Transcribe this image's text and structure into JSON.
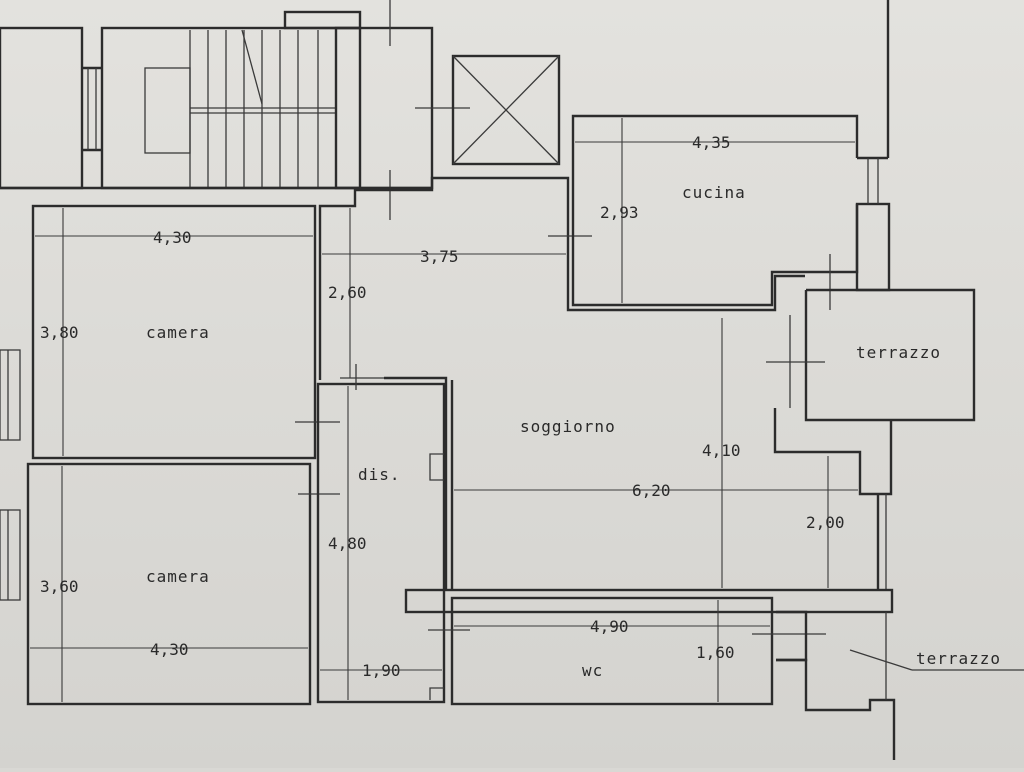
{
  "rooms": {
    "camera_top": "camera",
    "camera_bottom": "camera",
    "cucina": "cucina",
    "soggiorno": "soggiorno",
    "dis": "dis.",
    "wc": "wc",
    "terrazzo_right": "terrazzo",
    "terrazzo_bottom": "terrazzo"
  },
  "dimensions": {
    "camera_top_width": "4,30",
    "camera_top_height": "3,80",
    "camera_bottom_width": "4,30",
    "camera_bottom_height": "3,60",
    "cucina_width": "4,35",
    "cucina_height": "2,93",
    "hall_width": "3,75",
    "hall_height": "2,60",
    "dis_height": "4,80",
    "dis_width": "1,90",
    "soggiorno_width": "6,20",
    "soggiorno_height": "4,10",
    "soggiorno_side": "2,00",
    "wc_width": "4,90",
    "wc_height": "1,60"
  }
}
